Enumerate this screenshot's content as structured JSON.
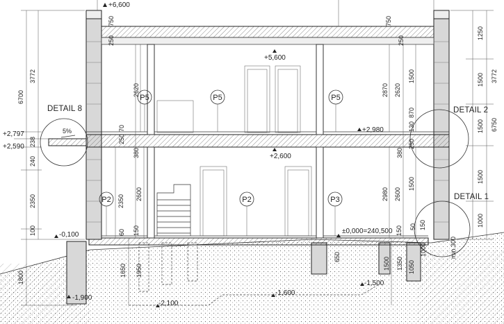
{
  "levels": {
    "top": "+6,600",
    "roof_inside": "+5,600",
    "floor2_top": "+2,980",
    "floor2": "+2,600",
    "ext_left_1": "+2,797",
    "ext_left_2": "+2,590",
    "ground_left": "-0,100",
    "zero": "±0,000=240,500",
    "foot_left": "-1,900",
    "foot_mid": "-2,100",
    "foot_right_1": "-1,600",
    "foot_right_2": "-1,500"
  },
  "details": {
    "d8": "DETAIL 8",
    "d2": "DETAIL 2",
    "d1": "DETAIL 1"
  },
  "rooms": {
    "p5a": "P5",
    "p5b": "P5",
    "p5c": "P5",
    "p2a": "P2",
    "p2b": "P2",
    "p3": "P3"
  },
  "slope": "5%",
  "min_note": "min.300",
  "dims": {
    "left_total": "6700",
    "left_upper": "3772",
    "left_238": "238",
    "left_240": "240",
    "left_2350": "2350",
    "left_100": "100",
    "left_1800": "1800",
    "right_1250": "1250",
    "right_1500a": "1500",
    "right_1500b": "1500",
    "right_1500c": "1500",
    "right_1000": "1000",
    "right_3772": "3772",
    "right_6750": "6750",
    "top_750a": "750",
    "top_750b": "750",
    "top_250a": "250",
    "top_250b": "250",
    "in_2620a": "2620",
    "in_2870": "2870",
    "in_2620b": "2620",
    "in_1500": "1500",
    "in_870": "870",
    "in_130": "130",
    "in_250a": "250",
    "in_70": "70",
    "in_380a": "380",
    "in_250b": "250",
    "in_380b": "380",
    "in_2350": "2350",
    "in_2600a": "2600",
    "in_2980": "2980",
    "in_2600b": "2600",
    "in_1500b": "1500",
    "in_150a": "150",
    "in_150b": "150",
    "in_60": "60",
    "in_650": "650",
    "in_50": "50",
    "in_150c": "150",
    "in_1650": "1650",
    "in_1950": "1950",
    "in_1500c": "1500",
    "in_1350": "1350",
    "in_1050": "1050",
    "in_1000": "1000"
  }
}
